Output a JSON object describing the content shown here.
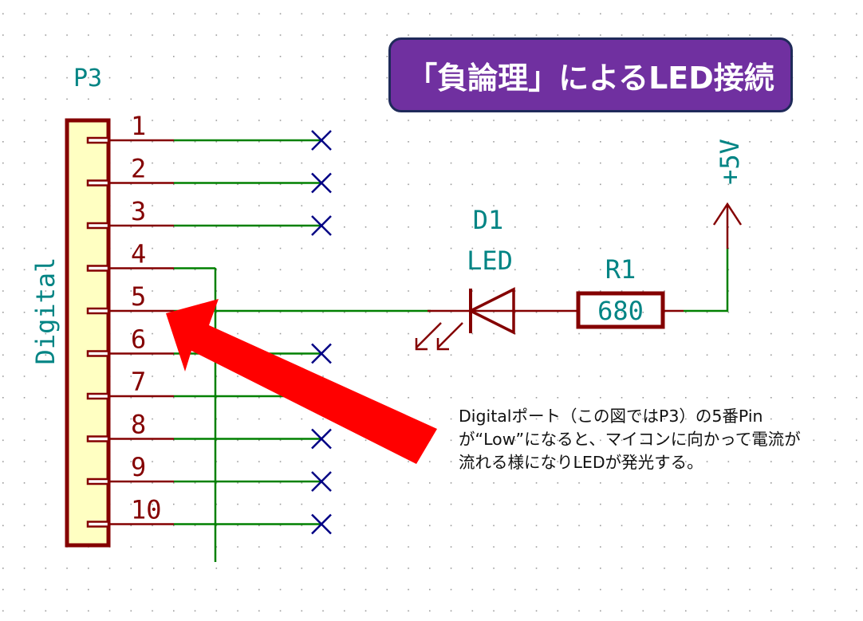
{
  "title": "「負論理」によるLED接続",
  "connector": {
    "ref": "P3",
    "value": "Digital",
    "pins": [
      "1",
      "2",
      "3",
      "4",
      "5",
      "6",
      "7",
      "8",
      "9",
      "10"
    ]
  },
  "led": {
    "ref": "D1",
    "value": "LED"
  },
  "resistor": {
    "ref": "R1",
    "value": "680"
  },
  "power": {
    "label": "+5V"
  },
  "note": "Digitalポート（この図ではP3）の5番Pinが“Low”になると、マイコンに向かって電流が流れる様になりLEDが発光する。",
  "colors": {
    "wire": "#008000",
    "component": "#840000",
    "text": "#008484",
    "noconnect": "#000084",
    "arrow": "#ff0000",
    "title_bg": "#7030a0",
    "body_fill": "#ffffc2"
  }
}
